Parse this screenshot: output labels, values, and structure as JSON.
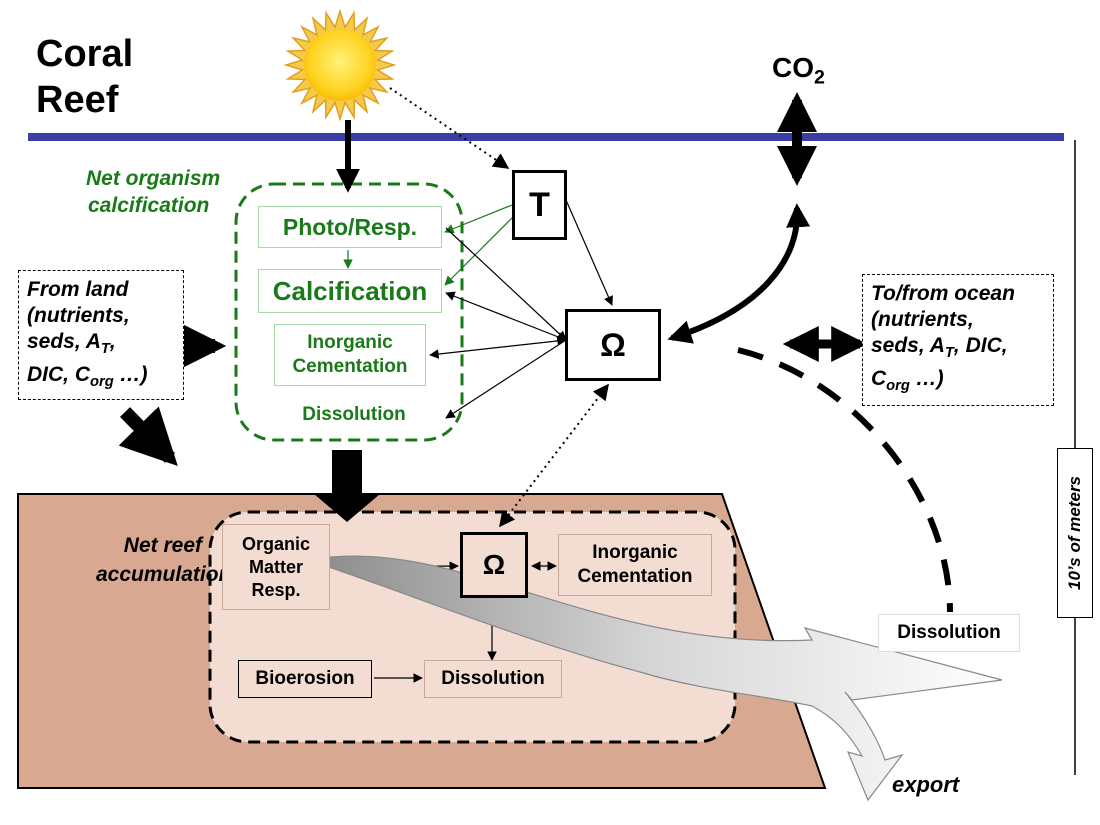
{
  "title_line1": "Coral",
  "title_line2": "Reef",
  "co2": {
    "base": "CO",
    "sub": "2"
  },
  "temperature_symbol": "T",
  "omega_symbol": "Ω",
  "net_organism_calcification": {
    "line1": "Net organism",
    "line2": "calcification"
  },
  "organism_boxes": {
    "photo_resp": "Photo/Resp.",
    "calcification": "Calcification",
    "inorganic_cementation_line1": "Inorganic",
    "inorganic_cementation_line2": "Cementation",
    "dissolution": "Dissolution"
  },
  "from_land": {
    "line1": "From land",
    "line2": "(nutrients,",
    "line3": "seds, A",
    "line3_sub": "T",
    "line3_end": ",",
    "line4": "DIC, C",
    "line4_sub": "org",
    "line4_end": " …)"
  },
  "to_from_ocean": {
    "line1": "To/from ocean",
    "line2": "(nutrients,",
    "line3": "seds, A",
    "line3_sub": "T",
    "line3_end": ", DIC,",
    "line4": "C",
    "line4_sub": "org",
    "line4_end": " …)"
  },
  "net_reef_accumulation": {
    "line1": "Net reef",
    "line2": "accumulation"
  },
  "reef_boxes": {
    "organic_line1": "Organic",
    "organic_line2": "Matter",
    "organic_line3": "Resp.",
    "inorganic_cementation_line1": "Inorganic",
    "inorganic_cementation_line2": "Cementation",
    "bioerosion": "Bioerosion",
    "dissolution": "Dissolution"
  },
  "outer_dissolution": "Dissolution",
  "export": "export",
  "scale_label": "10’s of meters",
  "colors": {
    "water_line": "#3a3fa6",
    "reef": "#d9a891",
    "reef_inner": "#f3ddd2",
    "green": "#1a7a1a",
    "sun": "#ffd21e"
  }
}
